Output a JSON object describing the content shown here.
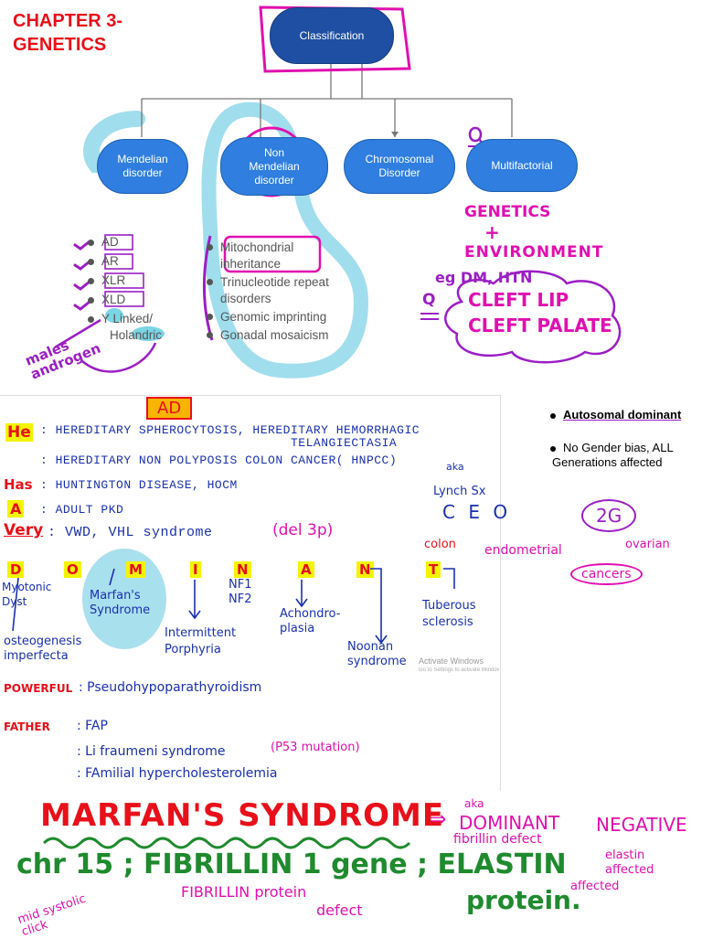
{
  "title": {
    "line1": "CHAPTER 3-",
    "line2": "GENETICS"
  },
  "diagram": {
    "root": "Classification",
    "children": [
      {
        "label": "Mendelian disorder"
      },
      {
        "label": "Non Mendelian disorder"
      },
      {
        "label": "Chromosomal Disorder"
      },
      {
        "label": "Multifactorial"
      }
    ]
  },
  "mendelian_types": [
    "AD",
    "AR",
    "XLR",
    "XLD",
    "Y Linked/",
    "Holandric"
  ],
  "non_mendelian_types": [
    "Mitochondrial inheritance",
    "Trinucleotide repeat disorders",
    "Genomic imprinting",
    "Gonadal mosaicism"
  ],
  "notes_top": {
    "males_androgen": "males androgen",
    "genetics": "GENETICS",
    "plus": "+",
    "environment": "ENVIRONMENT",
    "eg": "eg DM, HTN",
    "q_mark": "Q",
    "cleft1": "CLEFT LIP",
    "cleft2": "CLEFT PALATE"
  },
  "ad_panel": {
    "heading": "AD",
    "he": "He",
    "he_line1": ": HEREDITARY SPHEROCYTOSIS, HEREDITARY HEMORRHAGIC",
    "he_line1b": "TELANGIECTASIA",
    "he_line2": ": HEREDITARY NON POLYPOSIS COLON CANCER( HNPCC)",
    "has": "Has",
    "has_line": ": HUNTINGTON DISEASE, HOCM",
    "a": "A",
    "a_line": ": ADULT PKD",
    "very": "Very",
    "very_line": ": VWD, VHL syndrome",
    "very_note": "(del 3p)",
    "dominant_letters": [
      "D",
      "O",
      "M",
      "I",
      "N",
      "A",
      "N",
      "T"
    ],
    "myotonic": "Myotonic Dyst",
    "osteo": "osteogenesis imperfecta",
    "marfan": "Marfan's Syndrome",
    "intermittent": "Intermittent Porphyria",
    "nf": "NF1 NF2",
    "achondro": "Achondro-plasia",
    "noonan": "Noonan syndrome",
    "tuberous": "Tuberous sclerosis",
    "powerful": "POWERFUL",
    "powerful_line": ": Pseudohypoparathyroidism",
    "father": "FATHER",
    "father_1": ": FAP",
    "father_2": ": Li fraumeni syndrome",
    "father_2_note": "(P53 mutation)",
    "father_3": ": FAmilial hypercholesterolemia",
    "watermark": "Activate Windows",
    "watermark_sub": "Go to Settings to activate Windows."
  },
  "side_notes": {
    "bullet1": "Autosomal dominant",
    "bullet2": "No Gender bias, ALL Generations affected",
    "aka": "aka",
    "lynch": "Lynch Sx",
    "ceo": "C  E  O",
    "colon": "colon",
    "endometrial": "endometrial",
    "ovarian": "ovarian",
    "cancers": "cancers",
    "badge": "2G"
  },
  "bottom": {
    "marfan_title": "MARFAN'S SYNDROME",
    "aka": "aka",
    "dominant": "DOMINANT",
    "negative": "NEGATIVE",
    "fibrillin_defect": "fibrillin defect",
    "elastin_affected": "elastin affected",
    "affected": "affected",
    "chr_line": "chr 15 ; FIBRILLIN 1 gene ; ELASTIN",
    "protein": "protein.",
    "fibrillin_protein": "FIBRILLIN protein",
    "defect": "defect",
    "mid_systolic": "mid systolic click"
  }
}
